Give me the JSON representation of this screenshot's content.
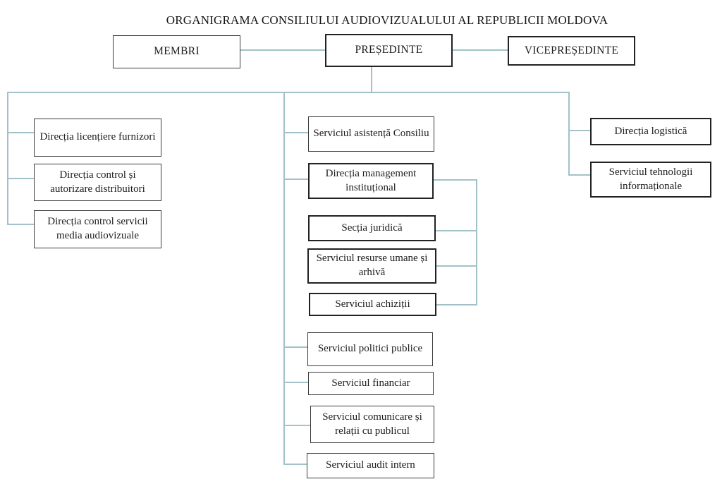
{
  "title": "ORGANIGRAMA CONSILIULUI AUDIOVIZUALULUI AL REPUBLICII MOLDOVA",
  "nodes": {
    "membri": "MEMBRI",
    "presedinte": "PREȘEDINTE",
    "vicepresedinte": "VICEPREȘEDINTE",
    "licentiere": "Direcția licențiere furnizori",
    "control_distribuitori": "Direcția control și autorizare distribuitori",
    "control_media": "Direcția control servicii media audiovizuale",
    "asistenta": "Serviciul asistență Consiliu",
    "management": "Direcția management instituțional",
    "juridica": "Secția juridică",
    "resurse": "Serviciul resurse umane și arhivă",
    "achizitii": "Serviciul achiziții",
    "politici": "Serviciul politici publice",
    "financiar": "Serviciul financiar",
    "comunicare": "Serviciul comunicare și relații cu publicul",
    "audit": "Serviciul audit intern",
    "logistica": "Direcția logistică",
    "tehnologii": "Serviciul tehnologii informaționale"
  },
  "hierarchy": {
    "root": "PREȘEDINTE",
    "peers_of_root": [
      "MEMBRI",
      "VICEPREȘEDINTE"
    ],
    "left_branch": [
      "Direcția licențiere furnizori",
      "Direcția control și autorizare distribuitori",
      "Direcția control servicii media audiovizuale"
    ],
    "center_branch": [
      "Serviciul asistență Consiliu",
      "Direcția management instituțional",
      "Serviciul politici publice",
      "Serviciul financiar",
      "Serviciul comunicare și relații cu publicul",
      "Serviciul audit intern"
    ],
    "management_sub_units": [
      "Secția juridică",
      "Serviciul resurse umane și arhivă",
      "Serviciul achiziții"
    ],
    "right_branch": [
      "Direcția logistică",
      "Serviciul tehnologii informaționale"
    ]
  },
  "colors": {
    "connector": "#a2c1c8",
    "box_border": "#2e2e2e",
    "text": "#1d1d1d",
    "background": "#ffffff"
  }
}
